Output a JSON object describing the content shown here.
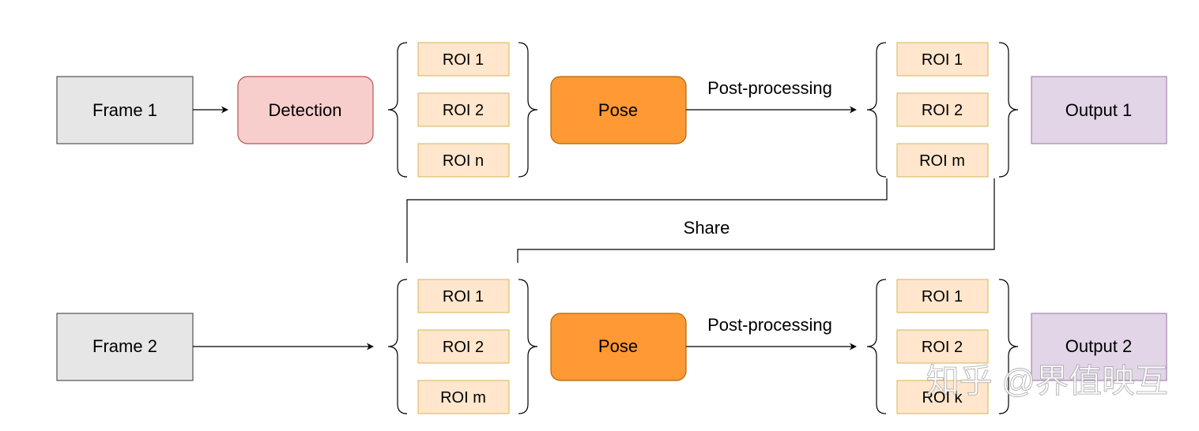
{
  "diagram": {
    "row1": {
      "frame": "Frame 1",
      "detection": "Detection",
      "rois_in": [
        "ROI 1",
        "ROI 2",
        "ROI n"
      ],
      "pose": "Pose",
      "post": "Post-processing",
      "rois_out": [
        "ROI 1",
        "ROI 2",
        "ROI m"
      ],
      "output": "Output 1"
    },
    "share": "Share",
    "row2": {
      "frame": "Frame 2",
      "rois_in": [
        "ROI 1",
        "ROI 2",
        "ROI m"
      ],
      "pose": "Pose",
      "post": "Post-processing",
      "rois_out": [
        "ROI 1",
        "ROI 2",
        "ROI k"
      ],
      "output": "Output 2"
    },
    "watermark": "知乎 @界值映互"
  },
  "colors": {
    "frame_fill": "#e6e6e6",
    "frame_stroke": "#333333",
    "detection_fill": "#f8cecc",
    "detection_stroke": "#b85450",
    "roi_fill": "#ffe6cc",
    "roi_stroke": "#d6b656",
    "pose_fill": "#ff9933",
    "pose_stroke": "#b46504",
    "output_fill": "#e1d5e7",
    "output_stroke": "#9673a6",
    "line": "#000000"
  }
}
